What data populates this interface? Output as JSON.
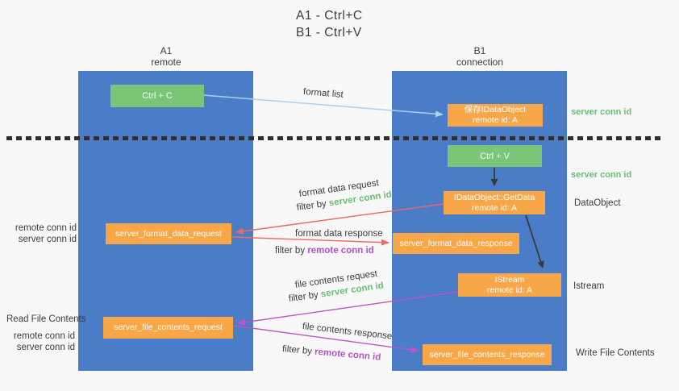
{
  "title": {
    "line1": "A1 - Ctrl+C",
    "line2": "B1 - Ctrl+V"
  },
  "lifelines": {
    "a1": {
      "name": "A1",
      "role": "remote"
    },
    "b1": {
      "name": "B1",
      "role": "connection"
    }
  },
  "nodes": {
    "ctrl_c": {
      "label": "Ctrl + C"
    },
    "ctrl_v": {
      "label": "Ctrl + V"
    },
    "save_dataobject": {
      "line1": "保存IDataObject",
      "line2": "remote id: A"
    },
    "getdata": {
      "line1": "IDataObject::GetData",
      "line2": "remote id: A"
    },
    "istream": {
      "line1": "IStream",
      "line2": "remote id: A"
    },
    "server_format_data_request": {
      "label": "server_format_data_request"
    },
    "server_format_data_response": {
      "label": "server_format_data_response"
    },
    "server_file_contents_request": {
      "label": "server_file_contents_request"
    },
    "server_file_contents_response": {
      "label": "server_file_contents_response"
    }
  },
  "arrow_labels": {
    "format_list": "format list",
    "format_data_request": "format data request",
    "format_data_response": "format data response",
    "file_contents_request": "file contents request",
    "file_contents_response": "file contents response",
    "filter_by": "filter by ",
    "server_conn_id": "server conn id",
    "remote_conn_id": "remote conn id"
  },
  "side_labels": {
    "server_conn_id_right_top": "server conn id",
    "server_conn_id_right_mid": "server conn id",
    "dataobject": "DataObject",
    "istream": "Istream",
    "write_file_contents": "Write File Contents",
    "read_file_contents": "Read File Contents",
    "remote_conn_id_left_mid": "remote conn id",
    "server_conn_id_left_mid": "server conn id",
    "remote_conn_id_left_bottom": "remote conn id",
    "server_conn_id_left_bottom": "server conn id"
  },
  "colors": {
    "bg": "#f8f8f8",
    "lifeline-blue": "#4a7cc8",
    "box-green": "#79c679",
    "box-orange": "#f8a748",
    "text-dark": "#3c3c3c",
    "conn-green": "#6cbf6e",
    "conn-purple": "#b054c8",
    "arrow-red": "#ee6a5e",
    "arrow-purple": "#c054c6",
    "arrow-blue": "#a9d3f2",
    "arrow-dark": "#3a3a3a",
    "dotted-line": "#2e2e2e"
  }
}
